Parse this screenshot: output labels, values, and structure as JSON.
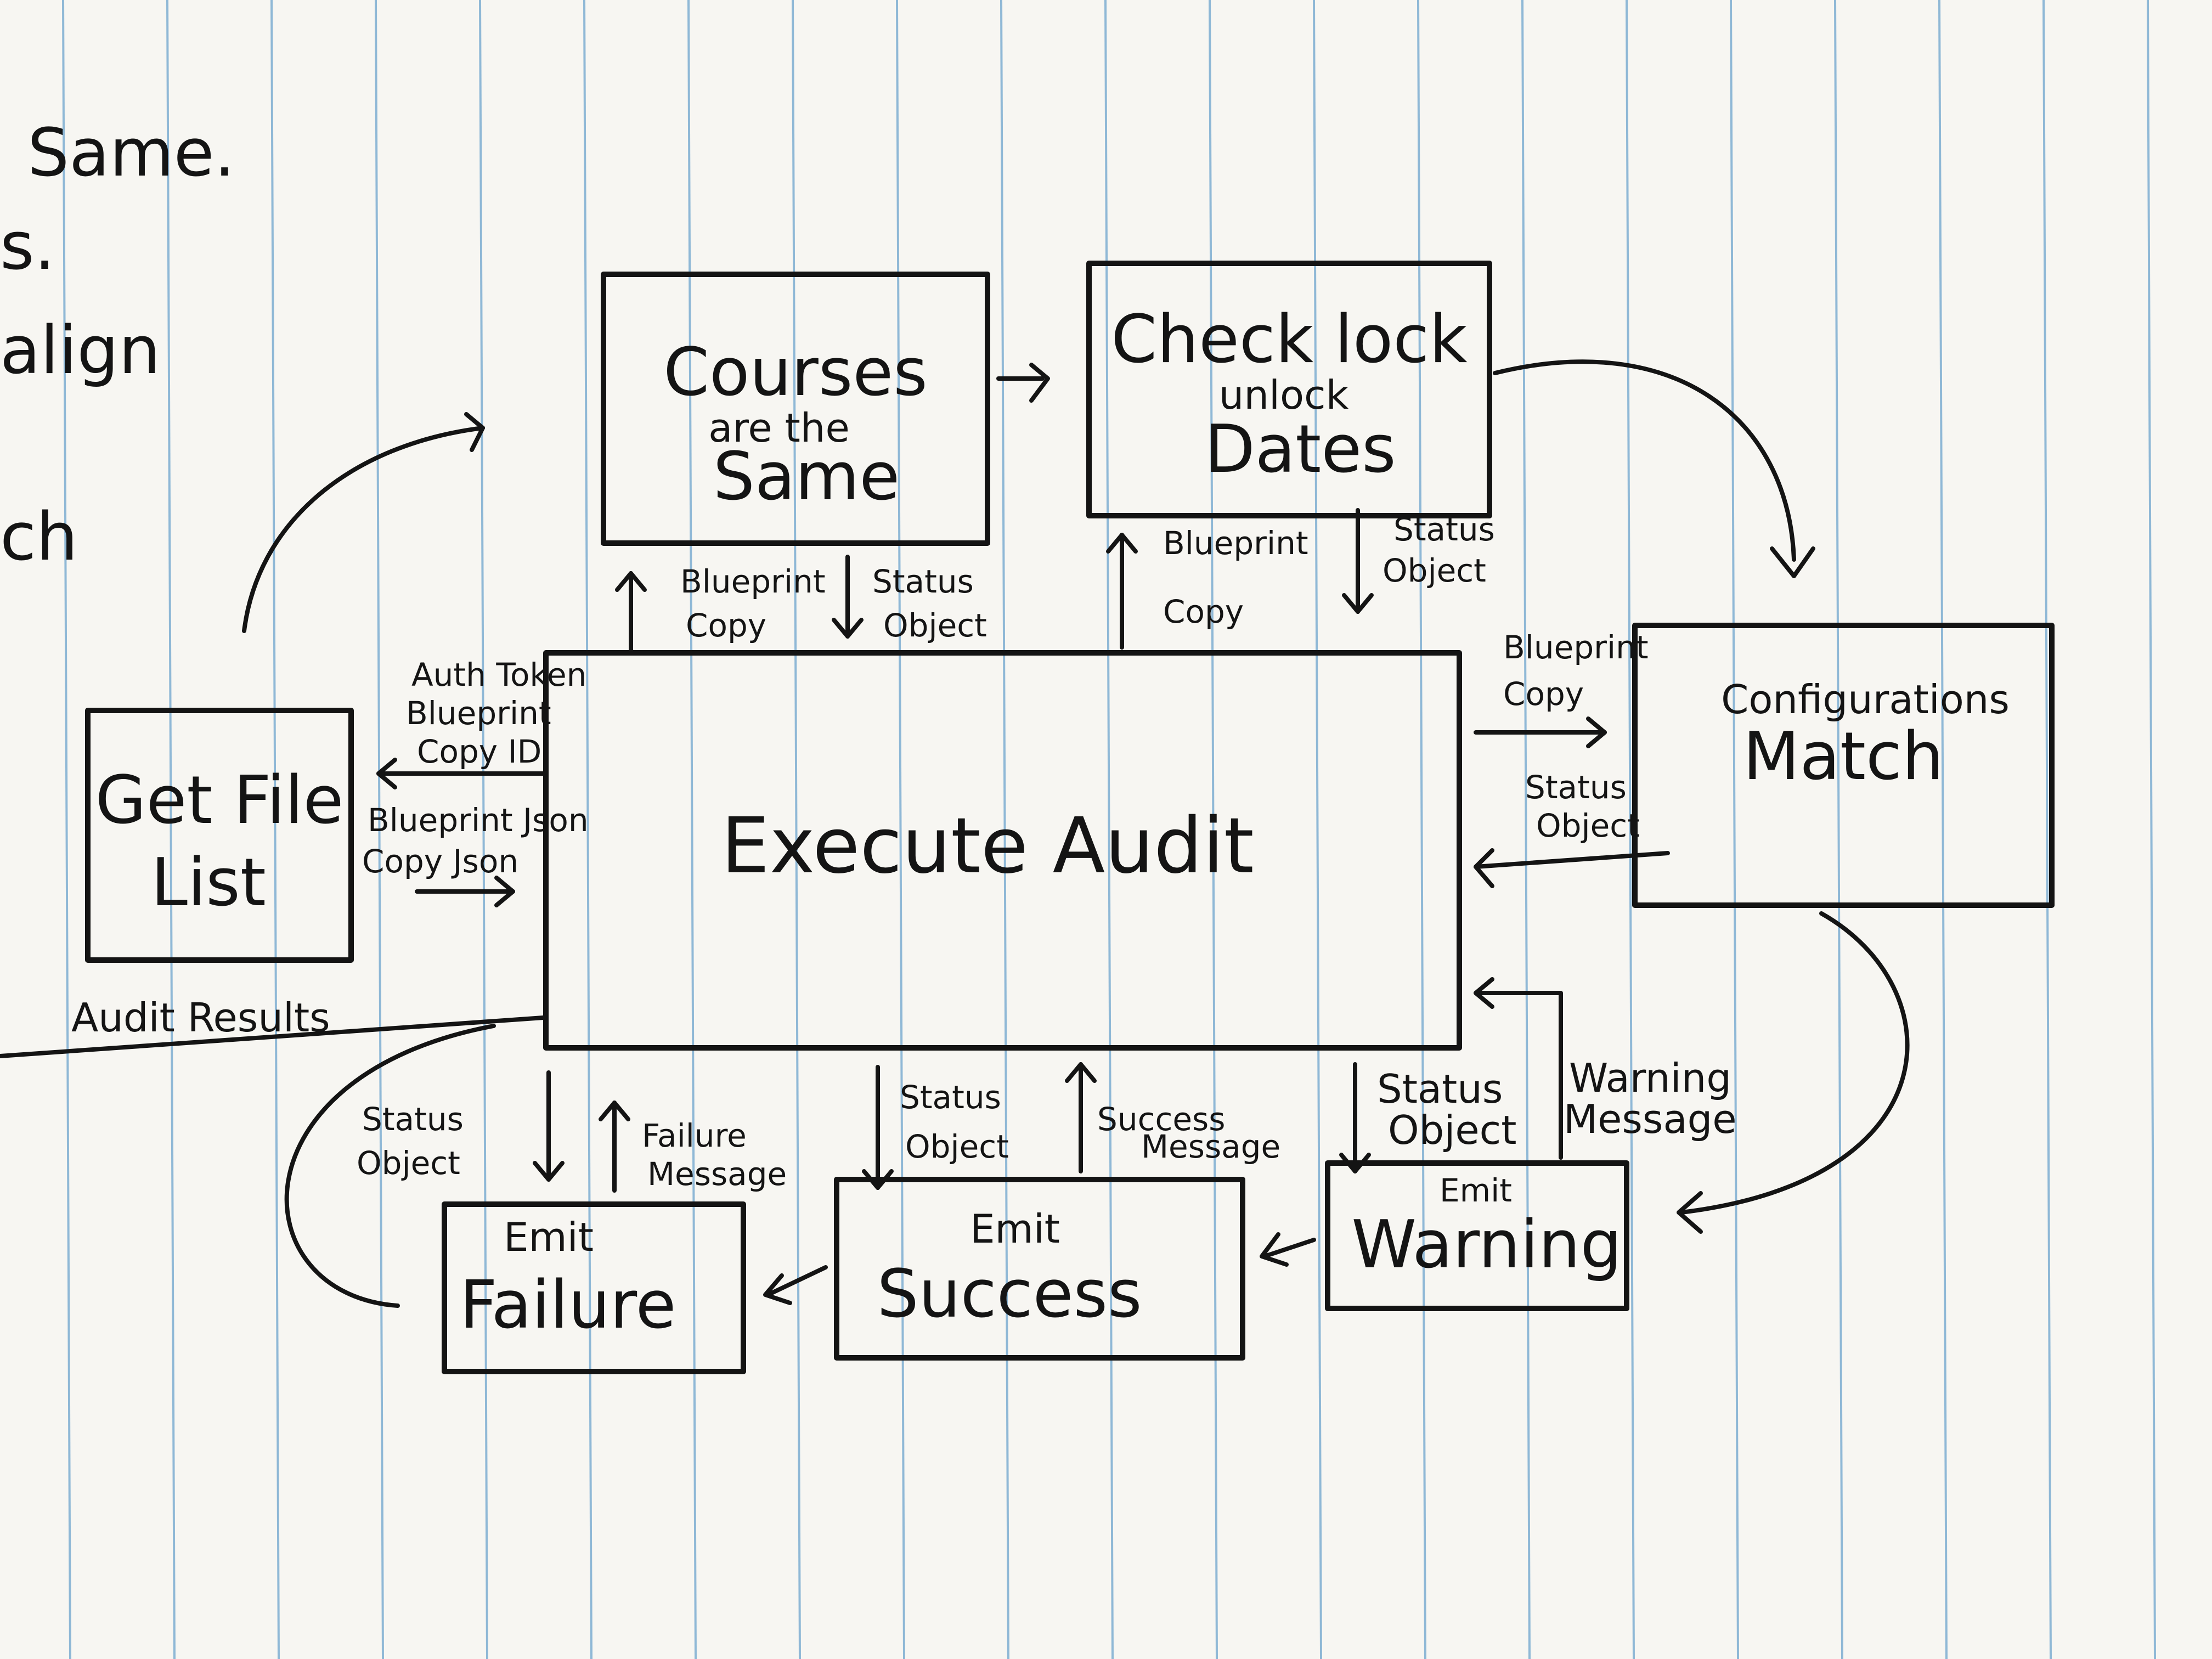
{
  "margin_notes": {
    "line1": "Same.",
    "line2": "s.",
    "line3": "align",
    "line4": "ch",
    "line5": "Audit Results"
  },
  "nodes": {
    "courses_same": {
      "line1": "Courses",
      "line2": "are the",
      "line3": "Same"
    },
    "check_lock": {
      "line1": "Check lock",
      "line2": "unlock",
      "line3": "Dates"
    },
    "get_file_list": {
      "line1": "Get File",
      "line2": "List"
    },
    "execute_audit": {
      "label": "Execute Audit"
    },
    "config_match": {
      "line1": "Configurations",
      "line2": "Match"
    },
    "emit_failure": {
      "line1": "Emit",
      "line2": "Failure"
    },
    "emit_success": {
      "line1": "Emit",
      "line2": "Success"
    },
    "emit_warning": {
      "line1": "Emit",
      "line2": "Warning"
    }
  },
  "edges": {
    "courses_up": {
      "line1": "Blueprint",
      "line2": "Copy"
    },
    "courses_down": {
      "line1": "Status",
      "line2": "Object"
    },
    "lock_up": {
      "line1": "Blueprint",
      "line2": "Copy"
    },
    "lock_down": {
      "line1": "Status",
      "line2": "Object"
    },
    "getfile_in": {
      "line1": "Auth Token",
      "line2": "Blueprint",
      "line3": "Copy ID"
    },
    "getfile_out": {
      "line1": "Blueprint Json",
      "line2": "Copy Json"
    },
    "config_in": {
      "line1": "Blueprint",
      "line2": "Copy"
    },
    "config_out": {
      "line1": "Status",
      "line2": "Object"
    },
    "failure_down": {
      "line1": "Status",
      "line2": "Object"
    },
    "failure_up": {
      "line1": "Failure",
      "line2": "Message"
    },
    "success_down": {
      "line1": "Status",
      "line2": "Object"
    },
    "success_up": {
      "line1": "Success",
      "line2": "Message"
    },
    "warning_down": {
      "line1": "Status",
      "line2": "Object"
    },
    "warning_up": {
      "line1": "Warning",
      "line2": "Message"
    }
  }
}
